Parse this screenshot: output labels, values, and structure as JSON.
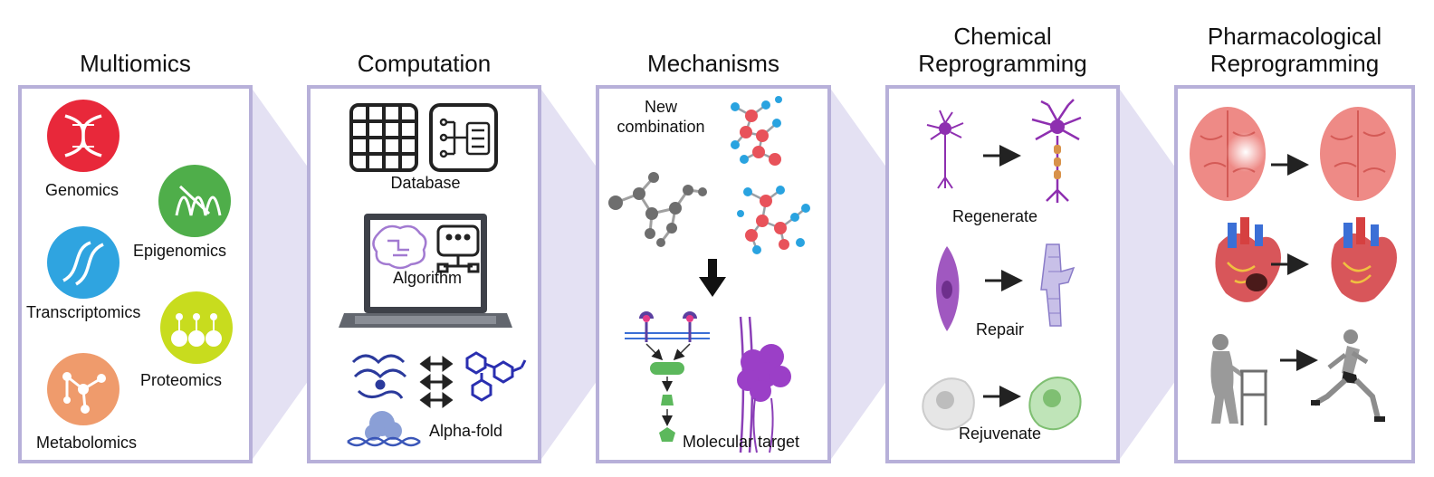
{
  "panels": [
    {
      "title": "Multiomics"
    },
    {
      "title": "Computation"
    },
    {
      "title": "Mechanisms"
    },
    {
      "title": "Chemical Reprogramming"
    },
    {
      "title": "Pharmacological Reprogramming"
    }
  ],
  "multiomics": {
    "genomics": "Genomics",
    "epigenomics": "Epigenomics",
    "transcriptomics": "Transcriptomics",
    "proteomics": "Proteomics",
    "metabolomics": "Metabolomics"
  },
  "computation": {
    "database": "Database",
    "algorithm": "Algorithm",
    "alphafold": "Alpha-fold"
  },
  "mechanisms": {
    "new_combination": "New combination",
    "molecular_target": "Molecular target"
  },
  "chemical": {
    "regenerate": "Regenerate",
    "repair": "Repair",
    "rejuvenate": "Rejuvenate"
  },
  "colors": {
    "panel_border": "#b7b0d9",
    "connector": "#e4e1f3",
    "genomics": "#e8283a",
    "epigenomics": "#4fae4a",
    "transcriptomics": "#2fa4e0",
    "proteomics": "#c8dc1e",
    "metabolomics": "#ef9b6c"
  }
}
